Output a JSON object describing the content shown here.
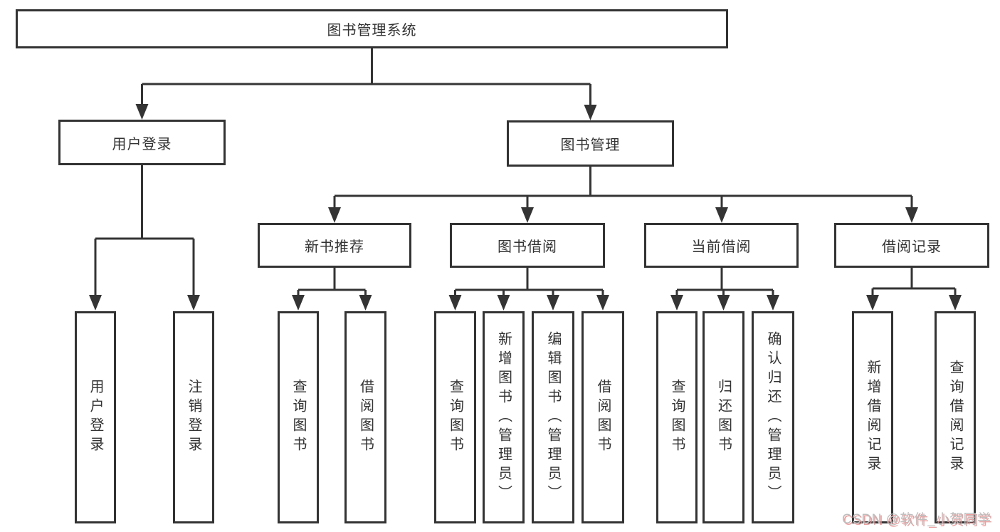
{
  "diagram": {
    "title_node": {
      "label": "图书管理系统"
    },
    "level2": {
      "user_login": {
        "label": "用户登录"
      },
      "book_management": {
        "label": "图书管理"
      }
    },
    "level3": {
      "new_book_recommend": {
        "label": "新书推荐"
      },
      "book_borrow": {
        "label": "图书借阅"
      },
      "current_borrow": {
        "label": "当前借阅"
      },
      "borrow_records": {
        "label": "借阅记录"
      }
    },
    "leaves": {
      "user_login": [
        "用户登录",
        "注销登录"
      ],
      "new_book_recommend": [
        "查询图书",
        "借阅图书"
      ],
      "book_borrow": [
        "查询图书",
        "新增图书（管理员）",
        "编辑图书（管理员）",
        "借阅图书"
      ],
      "current_borrow": [
        "查询图书",
        "归还图书",
        "确认归还（管理员）"
      ],
      "borrow_records": [
        "新增借阅记录",
        "查询借阅记录"
      ]
    },
    "colors": {
      "line": "#343434",
      "node_border": "#333333",
      "text": "#333333",
      "watermark_text": "#bdbdbd",
      "watermark_shadow": "#e98e8e"
    }
  },
  "watermark": {
    "text": "CSDN @软件_小贺同学"
  }
}
